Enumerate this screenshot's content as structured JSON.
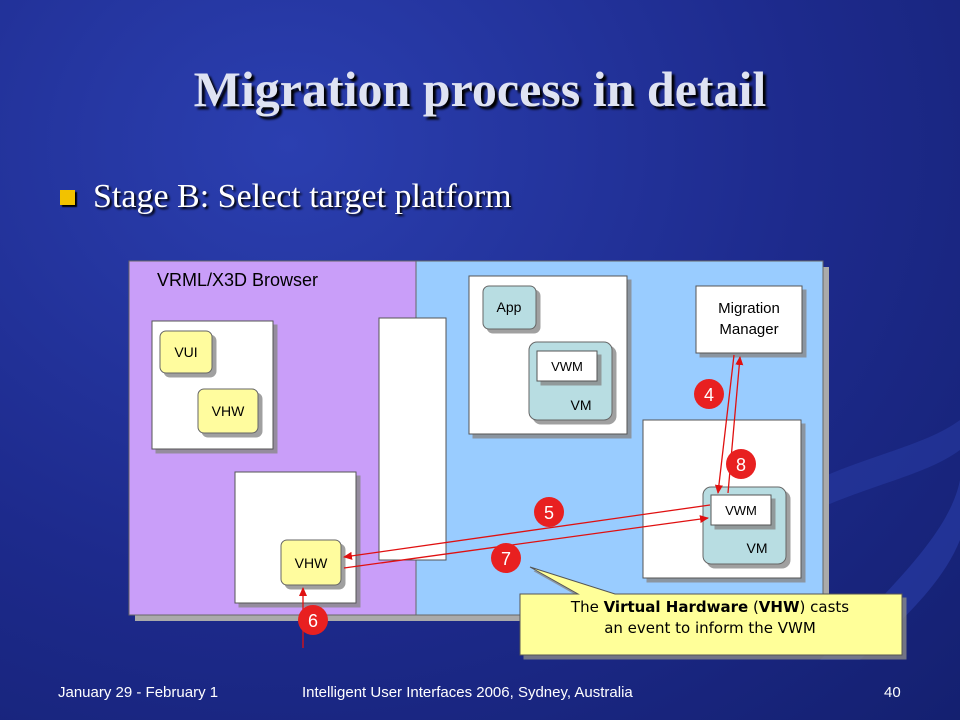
{
  "slide": {
    "title": "Migration process in detail",
    "bullet": "Stage B: Select target platform",
    "footer": {
      "left": "January 29 - February 1",
      "center": "Intelligent User Interfaces 2006, Sydney, Australia",
      "page": "40"
    }
  },
  "diagram": {
    "browser_label": "VRML/X3D Browser",
    "components": {
      "vui": "VUI",
      "vhw_left": "VHW",
      "vhw_bottom": "VHW",
      "app": "App",
      "vwm_top": "VWM",
      "vm_top": "VM",
      "migration_manager_line1": "Migration",
      "migration_manager_line2": "Manager",
      "vwm_bottom": "VWM",
      "vm_bottom": "VM"
    },
    "steps": {
      "s4": "4",
      "s5": "5",
      "s6": "6",
      "s7": "7",
      "s8": "8"
    },
    "callout": {
      "pre": "The ",
      "bold1": "Virtual Hardware",
      "mid1": " (",
      "bold2": "VHW",
      "post": ") casts",
      "line2": "an event to inform the VWM"
    },
    "colors": {
      "browser_bg": "#c99ef9",
      "platform_bg": "#99ccff",
      "yellow_box": "#fffc9e",
      "teal_box": "#b8dde2",
      "arrow": "#e01010",
      "step_circle": "#e82020",
      "callout_bg": "#ffff99"
    }
  }
}
